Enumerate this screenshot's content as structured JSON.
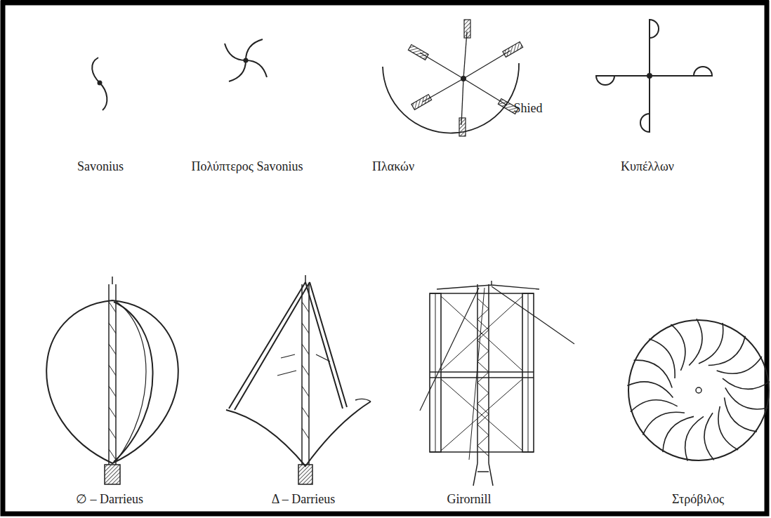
{
  "diagram": {
    "labels": [
      "Savonius",
      "Πολύπτερος Savonius",
      "Πλακών",
      "Shied",
      "Κυπέλλων",
      "∅ – Darrieus",
      "Δ – Darrieus",
      "Girornill",
      "Στρόβιλος"
    ]
  }
}
